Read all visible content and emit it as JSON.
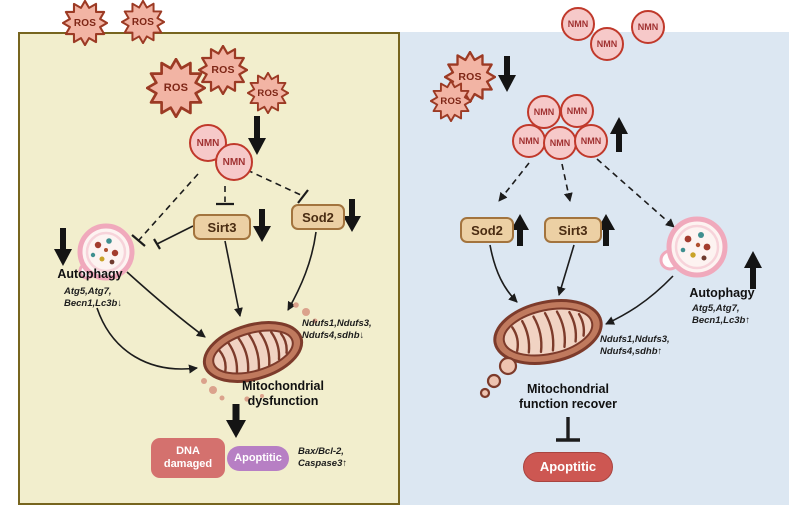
{
  "figure": {
    "name": "NMN / ROS mitochondrial pathway diagram"
  },
  "labels": {
    "ros": "ROS",
    "nmn": "NMN",
    "sirt3": "Sirt3",
    "sod2": "Sod2",
    "autophagy": "Autophagy"
  },
  "left_panel": {
    "autophagy_genes": {
      "line1": "Atg5,Atg7,",
      "line2": "Becn1,Lc3b↓"
    },
    "mito_genes": {
      "line1": "Ndufs1,Ndufs3,",
      "line2": "Ndufs4,sdhb↓"
    },
    "mito_label": {
      "line1": "Mitochondrial",
      "line2": "dysfunction"
    },
    "dna_pill": {
      "line1": "DNA",
      "line2": "damaged"
    },
    "apoptotic_pill": "Apoptitic",
    "apoptosis_genes": {
      "line1": "Bax/Bcl-2,",
      "line2": "Caspase3↑"
    }
  },
  "right_panel": {
    "autophagy_genes": {
      "line1": "Atg5,Atg7,",
      "line2": "Becn1,Lc3b↑"
    },
    "mito_genes": {
      "line1": "Ndufs1,Ndufs3,",
      "line2": "Ndufs4,sdhb↑"
    },
    "mito_label": {
      "line1": "Mitochondrial",
      "line2": "function recover"
    },
    "apoptotic_pill": "Apoptitic"
  },
  "colors": {
    "left_panel_bg": "#f2eecd",
    "left_panel_border": "#77651f",
    "right_panel_bg": "#dce7f2",
    "ros_fill": "#f2b4a4",
    "ros_border": "#9c3a24",
    "nmn_fill": "#f6c9c9",
    "nmn_border": "#c0392b",
    "enzyme_box_fill": "#ecd0a4",
    "enzyme_box_border": "#a3743e",
    "dna_damaged_pill": "#d4716e",
    "apoptotic_pill_left": "#b77fc4",
    "apoptotic_pill_right": "#cd5752",
    "mito_outer": "#c07a5e",
    "mito_inner": "#f1d3c3",
    "mito_stroke": "#7d3b2b",
    "vesicle_ring": "#f0a9bc"
  }
}
